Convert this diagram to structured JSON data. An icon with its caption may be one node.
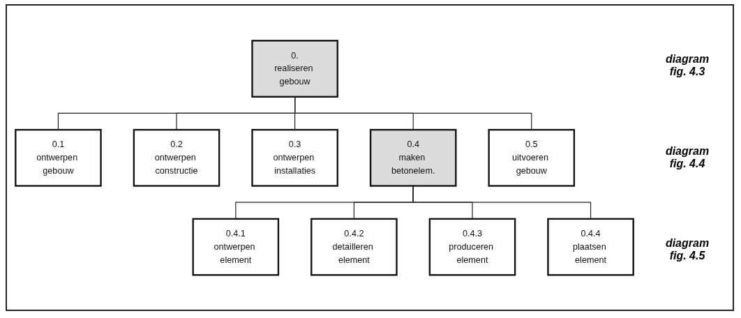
{
  "diagram": {
    "nodes": [
      {
        "text": [
          "0.",
          "realiseren gebouw"
        ]
      },
      {
        "text": [
          "0.1",
          "ontwerpen gebouw"
        ]
      },
      {
        "text": [
          "0.2",
          "ontwerpen constructie"
        ]
      },
      {
        "text": [
          "0.3",
          "ontwerpen installaties"
        ]
      },
      {
        "text": [
          "0.4",
          "maken betonelem."
        ]
      },
      {
        "text": [
          "0.5",
          "uitvoeren gebouw"
        ]
      },
      {
        "text": [
          "0.4.1",
          "ontwerpen element"
        ]
      },
      {
        "text": [
          "0.4.2",
          "detailleren element"
        ]
      },
      {
        "text": [
          "0.4.3",
          "produceren element"
        ]
      },
      {
        "text": [
          "0.4.4",
          "plaatsen element"
        ]
      }
    ],
    "edges": [
      {
        "from": 0,
        "to": 1,
        "arrow": "none"
      },
      {
        "from": 0,
        "to": 2,
        "arrow": "none"
      },
      {
        "from": 0,
        "to": 3,
        "arrow": "none"
      },
      {
        "from": 0,
        "to": 4,
        "arrow": "none"
      },
      {
        "from": 0,
        "to": 5,
        "arrow": "none"
      },
      {
        "from": 4,
        "to": 6,
        "arrow": "none"
      },
      {
        "from": 4,
        "to": 7,
        "arrow": "none"
      },
      {
        "from": 4,
        "to": 8,
        "arrow": "none"
      },
      {
        "from": 4,
        "to": 9,
        "arrow": "none"
      }
    ],
    "labels": [
      "diagram fig. 4.3",
      "diagram fig. 4.4",
      "diagram fig. 4.5"
    ]
  }
}
